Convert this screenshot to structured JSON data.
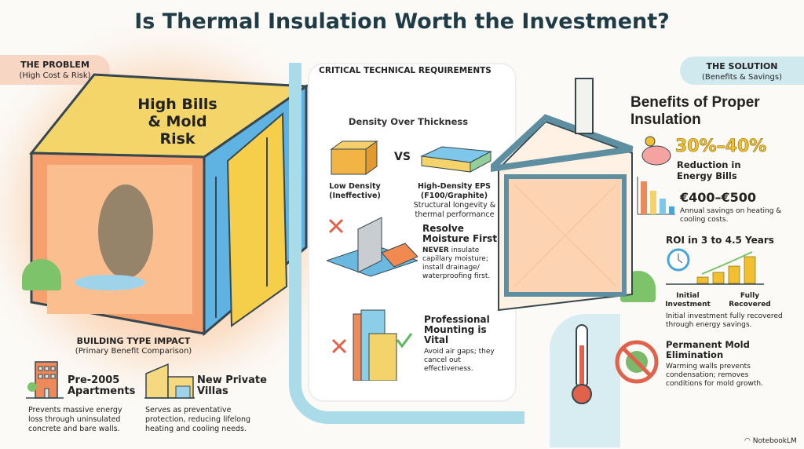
{
  "title": "Is Thermal Insulation Worth the Investment?",
  "problem": {
    "heading": "THE PROBLEM",
    "sub": "(High Cost & Risk)",
    "callout": "High Bills & Mold Risk"
  },
  "building_impact": {
    "heading": "BUILDING TYPE IMPACT",
    "sub": "(Primary Benefit Comparison)",
    "items": [
      {
        "title": "Pre-2005 Apartments",
        "desc": "Prevents massive energy loss through uninsulated concrete and bare walls."
      },
      {
        "title": "New Private Villas",
        "desc": "Serves as preventative protection, reducing lifelong heating and cooling needs."
      }
    ]
  },
  "requirements": {
    "heading": "CRITICAL TECHNICAL REQUIREMENTS",
    "density": {
      "title": "Density Over Thickness",
      "vs": "VS",
      "low": "Low Density (Ineffective)",
      "high": "High-Density EPS (F100/Graphite)",
      "high_desc": "Structural longevity & thermal performance"
    },
    "moisture": {
      "title": "Resolve Moisture First",
      "strong": "NEVER",
      "desc": " insulate capillary moisture; install drainage/ waterproofing first."
    },
    "mounting": {
      "title": "Professional Mounting is Vital",
      "desc": "Avoid air gaps; they cancel out effectiveness."
    }
  },
  "solution": {
    "heading": "THE SOLUTION",
    "sub": "(Benefits & Savings)",
    "title": "Benefits of Proper Insulation",
    "reduction": {
      "value": "30%–40%",
      "label": "Reduction in Energy Bills"
    },
    "savings": {
      "value": "€400–€500",
      "label": "Annual savings on heating & cooling costs."
    },
    "roi": {
      "title": "ROI in 3 to 4.5 Years",
      "start": "Initial Investment",
      "end": "Fully Recovered",
      "desc": "Initial investment fully recovered through energy savings."
    },
    "mold": {
      "title": "Permanent Mold Elimination",
      "desc": "Warming walls prevents condensation; removes conditions for mold growth."
    }
  },
  "footer": {
    "brand": "NotebookLM"
  },
  "colors": {
    "title": "#1f3b45",
    "accent_yellow": "#f0c030",
    "problem_bg": "#f8d6c4",
    "solution_bg": "#cfe9ef",
    "pipe": "#a9dbe8"
  }
}
